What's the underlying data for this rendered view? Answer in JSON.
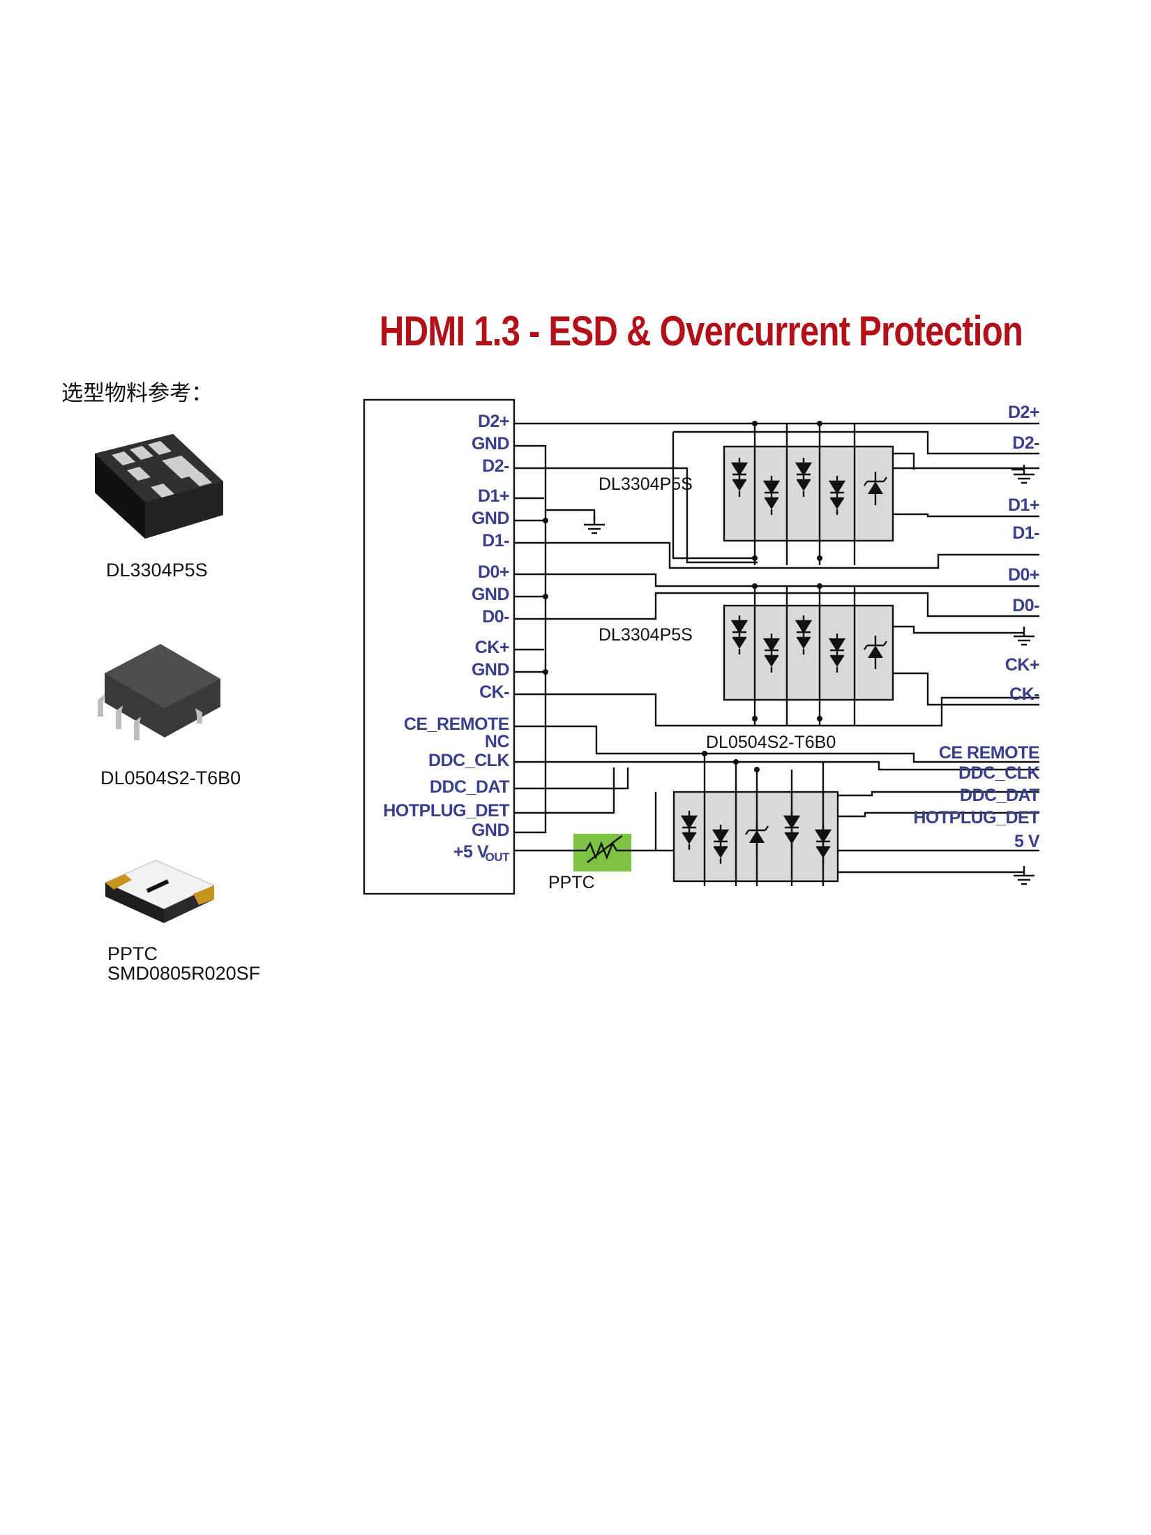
{
  "title": "HDMI 1.3 - ESD & Overcurrent Protection",
  "selection_heading": "选型物料参考：",
  "parts": [
    {
      "caption": "DL3304P5S",
      "icon": "dfn-package-icon"
    },
    {
      "caption": "DL0504S2-T6B0",
      "icon": "sot23-6-package-icon"
    },
    {
      "caption_line1": "PPTC",
      "caption_line2": "SMD0805R020SF",
      "icon": "pptc-0805-icon"
    }
  ],
  "connector_pins": [
    "D2+",
    "GND",
    "D2-",
    "D1+",
    "GND",
    "D1-",
    "D0+",
    "GND",
    "D0-",
    "CK+",
    "GND",
    "CK-",
    "CE_REMOTE",
    "NC",
    "DDC_CLK",
    "DDC_DAT",
    "HOTPLUG_DET",
    "GND",
    "+5 V"
  ],
  "vout_subscript": "OUT",
  "output_signals": [
    "D2+",
    "D2-",
    "D1+",
    "D1-",
    "D0+",
    "D0-",
    "CK+",
    "CK-",
    "CE REMOTE",
    "DDC_CLK",
    "DDC_DAT",
    "HOTPLUG_DET",
    "5 V"
  ],
  "ic_labels": [
    "DL3304P5S",
    "DL3304P5S",
    "DL0504S2-T6B0"
  ],
  "pptc_label": "PPTC",
  "colors": {
    "title": "#b3111a",
    "pin_text": "#3a3f8c",
    "package_fill": "#d9d9d9",
    "pptc_fill": "#7dc242"
  }
}
